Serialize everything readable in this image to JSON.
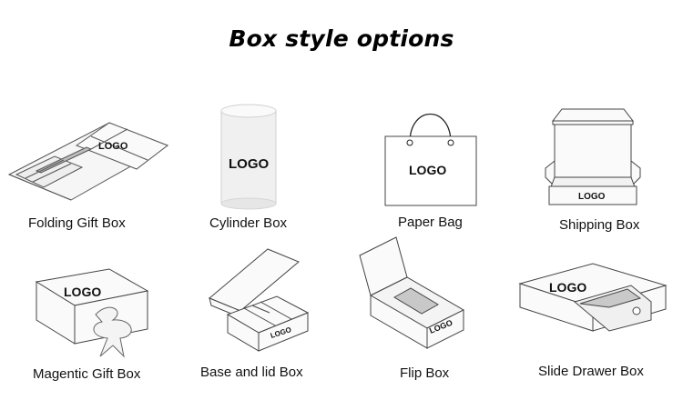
{
  "title": "Box style options",
  "logo_text": "LOGO",
  "items": [
    {
      "label": "Folding Gift Box"
    },
    {
      "label": "Cylinder Box"
    },
    {
      "label": "Paper Bag"
    },
    {
      "label": "Shipping Box"
    },
    {
      "label": "Magentic Gift Box"
    },
    {
      "label": "Base and lid Box"
    },
    {
      "label": "Flip Box"
    },
    {
      "label": "Slide Drawer Box"
    }
  ]
}
